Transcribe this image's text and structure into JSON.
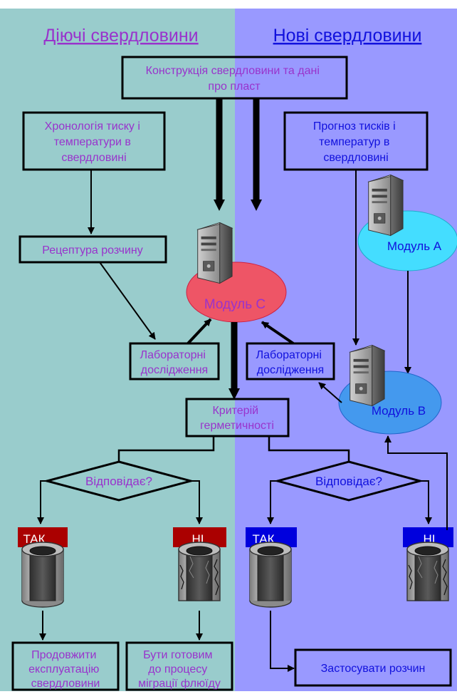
{
  "colors": {
    "left_bg": "#99CCCC",
    "right_bg": "#9999FF",
    "text_purple": "#9933CC",
    "text_blue": "#1111DD",
    "module_c": "#EE5566",
    "module_a": "#44DDFF",
    "module_b": "#4499EE",
    "red_label": "#AA0000",
    "blue_label": "#0000DD",
    "stroke": "#000000"
  },
  "panels": {
    "left_title": "Діючі свердловини",
    "right_title": "Нові свердловини"
  },
  "top_box": {
    "lines": [
      "Конструкція свердловини та дані",
      "про пласт"
    ]
  },
  "left": {
    "history_box": {
      "lines": [
        "Хронологія тиску і",
        "температури в",
        "свердловині"
      ]
    },
    "recipe_box": {
      "lines": [
        "Рецептура розчину"
      ]
    },
    "lab_box": {
      "lines": [
        "Лабораторні",
        "дослідження"
      ]
    },
    "decision": "Відповідає?",
    "yes_label": "ТАК",
    "no_label": "НІ",
    "yes_result": {
      "lines": [
        "Продовжити",
        "експлуатацію",
        "свердловини"
      ]
    },
    "no_result": {
      "lines": [
        "Бути готовим",
        "до процесу",
        "міграції флюїду"
      ]
    }
  },
  "right": {
    "forecast_box": {
      "lines": [
        "Прогноз тисків і",
        "температур в",
        "свердловині"
      ]
    },
    "lab_box": {
      "lines": [
        "Лабораторні",
        "дослідження"
      ]
    },
    "decision": "Відповідає?",
    "yes_label": "ТАК",
    "no_label": "НІ",
    "yes_result": {
      "lines": [
        "Застосувати розчин"
      ]
    }
  },
  "modules": {
    "c": "Модуль С",
    "a": "Модуль А",
    "b": "Модуль В"
  },
  "criterion_box": {
    "lines": [
      "Критерій",
      "герметичності"
    ]
  },
  "icons": [
    "server-icon",
    "intact-casing-icon",
    "cracked-casing-icon"
  ]
}
